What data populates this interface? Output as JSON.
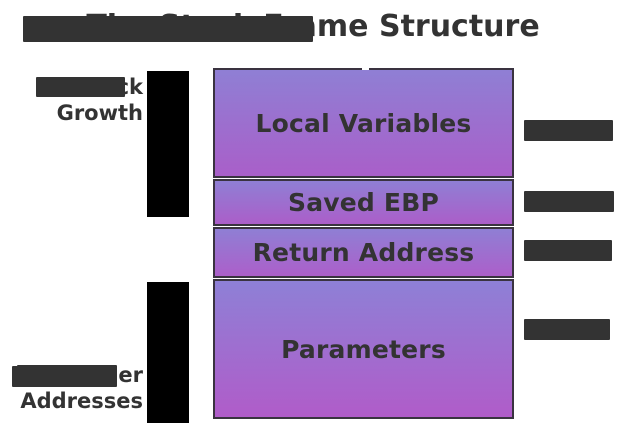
{
  "diagram": {
    "title": {
      "text": "The Stack Frame Structure",
      "visible_prefix": "T",
      "visible_suffix": "e",
      "redacted": true
    },
    "frames": [
      {
        "id": "local-variables",
        "label": "Local Variables"
      },
      {
        "id": "saved-ebp",
        "label": "Saved EBP"
      },
      {
        "id": "return-address",
        "label": "Return Address"
      },
      {
        "id": "parameters",
        "label": "Parameters"
      }
    ],
    "left_labels": [
      {
        "id": "stack-growth",
        "line1": "Stack",
        "line2": "Growth",
        "redacted": true
      },
      {
        "id": "higher-addresses",
        "line1": "Higher",
        "line2": "Addresses",
        "redacted": true
      }
    ],
    "right_labels": [
      {
        "id": "annotation-local-variables",
        "text": "",
        "redacted": true
      },
      {
        "id": "annotation-saved-ebp",
        "text": "",
        "redacted": true
      },
      {
        "id": "annotation-return-address",
        "text": "",
        "redacted": true
      },
      {
        "id": "annotation-parameters",
        "text": "",
        "redacted": true
      }
    ],
    "arrows": [
      {
        "id": "stack-growth-arrow",
        "direction": "up"
      },
      {
        "id": "higher-address-arrow",
        "direction": "down"
      }
    ],
    "colors": {
      "background": "#ffffff",
      "text": "#333333",
      "box_border": "#3a3340",
      "gradient_top": "#8f7fd4",
      "gradient_bottom": "#ab5ec9",
      "redaction": "#333333",
      "arrow": "#000000"
    }
  }
}
